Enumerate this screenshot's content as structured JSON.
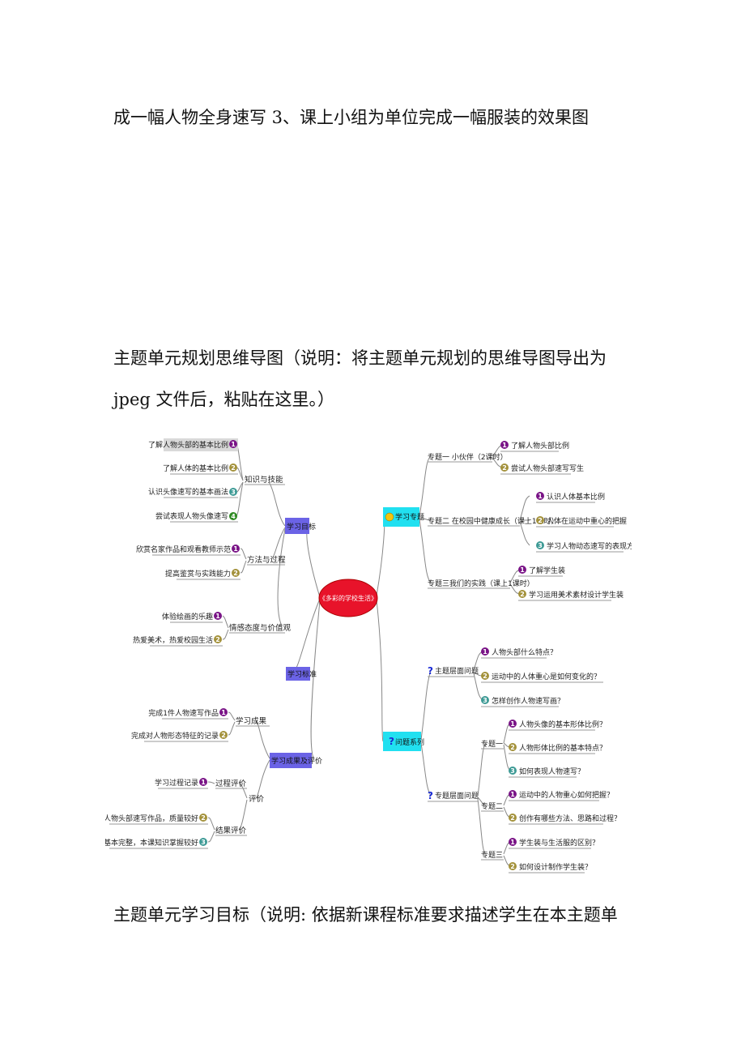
{
  "paragraphs": {
    "p1": "成一幅人物全身速写 3、课上小组为单位完成一幅服装的效果图",
    "p2_line1": "主题单元规划思维导图（说明：将主题单元规划的思维导图导出为",
    "p2_line2": "jpeg 文件后，粘贴在这里。）",
    "p3": "主题单元学习目标（说明: 依据新课程标准要求描述学生在本主题单"
  },
  "mindmap": {
    "center": "《多彩的学校生活》",
    "left": {
      "goals": {
        "label": "学习目标",
        "knowledge": {
          "label": "知识与技能",
          "items": [
            "了解人物头部的基本比例",
            "了解人体的基本比例",
            "认识头像速写的基本画法",
            "尝试表现人物头像速写"
          ]
        },
        "method": {
          "label": "方法与过程",
          "items": [
            "欣赏名家作品和观看教师示范",
            "提高鉴赏与实践能力"
          ]
        },
        "emotion": {
          "label": "情感态度与价值观",
          "items": [
            "体验绘画的乐趣",
            "热爱美术，热爱校园生活"
          ]
        }
      },
      "standard": {
        "label": "学习标准"
      },
      "eval": {
        "label": "学习成果及评价",
        "results": {
          "label": "学习成果",
          "items": [
            "完成1件人物速写作品",
            "完成对人物形态特征的记录"
          ]
        },
        "evaluation": {
          "label": "评价",
          "process": {
            "label": "过程评价",
            "items": [
              "学习过程记录"
            ]
          },
          "outcome": {
            "label": "结果评价",
            "items": [
              "展示人物头部速写作品，质量较好",
              "刻画基本完整，本课知识掌握较好"
            ]
          }
        }
      }
    },
    "right": {
      "topics": {
        "label": "学习专题",
        "t1": {
          "label": "专题一 小伙伴（2课时）",
          "items": [
            "了解人物头部比例",
            "尝试人物头部速写写生"
          ]
        },
        "t2": {
          "label": "专题二 在校园中健康成长（课上1课时）",
          "items": [
            "认识人体基本比例",
            "人体在运动中重心的把握",
            "学习人物动态速写的表现方法"
          ]
        },
        "t3": {
          "label": "专题三我们的实践（课上1课时）",
          "items": [
            "了解学生装",
            "学习运用美术素材设计学生装"
          ]
        }
      },
      "questions": {
        "label": "问题系列",
        "theme": {
          "label": "主题层面问题",
          "items": [
            "人物头部什么特点？",
            "运动中的人体重心是如何变化的？",
            "怎样创作人物速写画？"
          ]
        },
        "topic": {
          "label": "专题层面问题",
          "s1": {
            "label": "专题一",
            "items": [
              "人物头像的基本形体比例？",
              "人物形体比例的基本特点？",
              "如何表现人物速写？"
            ]
          },
          "s2": {
            "label": "专题二",
            "items": [
              "运动中的人物重心如何把握？",
              "创作有哪些方法、思路和过程？"
            ]
          },
          "s3": {
            "label": "专题三",
            "items": [
              "学生装与生活服的区别？",
              "如何设计制作学生装？"
            ]
          }
        }
      }
    },
    "colors": {
      "center_fill": "#e8132a",
      "left_box": "#6b63e6",
      "right_box": "#21e0f0",
      "badge_purple": "#7a1487",
      "badge_olive": "#a3913a",
      "badge_teal": "#3d9a95",
      "badge_green": "#2f8a23",
      "highlight": "#d9d9d9"
    }
  }
}
